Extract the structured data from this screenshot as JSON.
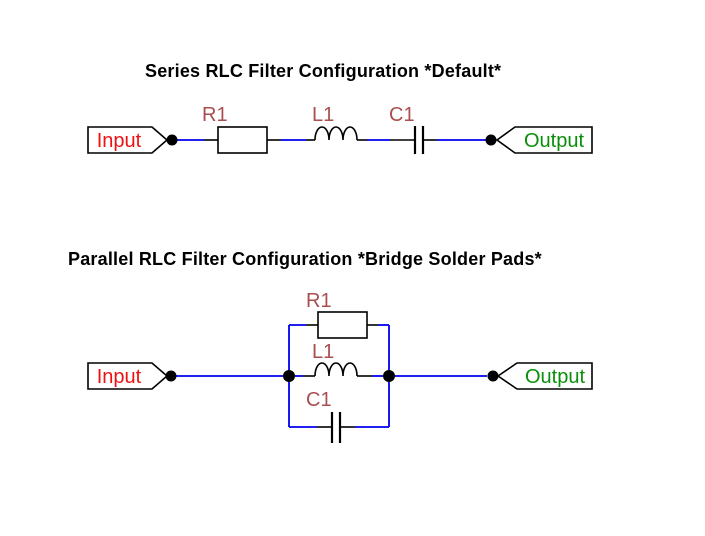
{
  "titles": {
    "series": "Series RLC Filter Configuration *Default*",
    "parallel": "Parallel RLC Filter Configuration *Bridge Solder Pads*"
  },
  "colors": {
    "background": "#FFFFFF",
    "wire": "#0000EE",
    "outline": "#000000",
    "node": "#000000",
    "title_text": "#000000",
    "input_text": "#EE1111",
    "output_text": "#0A8F0A",
    "ref_label": "#A94F4F"
  },
  "series_circuit": {
    "input_label": "Input",
    "output_label": "Output",
    "resistor_ref": "R1",
    "inductor_ref": "L1",
    "capacitor_ref": "C1"
  },
  "parallel_circuit": {
    "input_label": "Input",
    "output_label": "Output",
    "resistor_ref": "R1",
    "inductor_ref": "L1",
    "capacitor_ref": "C1"
  }
}
